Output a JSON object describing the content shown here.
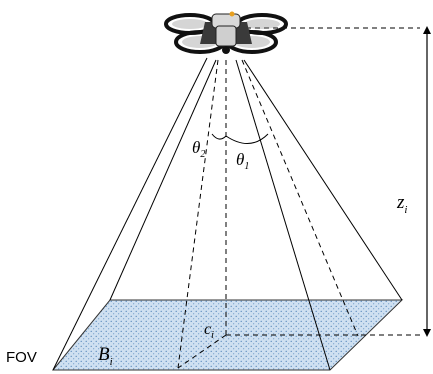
{
  "labels": {
    "theta2": {
      "base": "θ",
      "sub": "2"
    },
    "theta1": {
      "base": "θ",
      "sub": "1"
    },
    "z": {
      "base": "z",
      "sub": "i"
    },
    "c": {
      "base": "c",
      "sub": "i"
    },
    "b": {
      "base": "B",
      "sub": "i"
    },
    "fov": "FOV"
  },
  "icons": {
    "drone": "quadcopter-drone-icon"
  },
  "colors": {
    "ground_fill": "#c9dcef",
    "ground_dots": "#4a7fb5",
    "lines": "#000000"
  }
}
